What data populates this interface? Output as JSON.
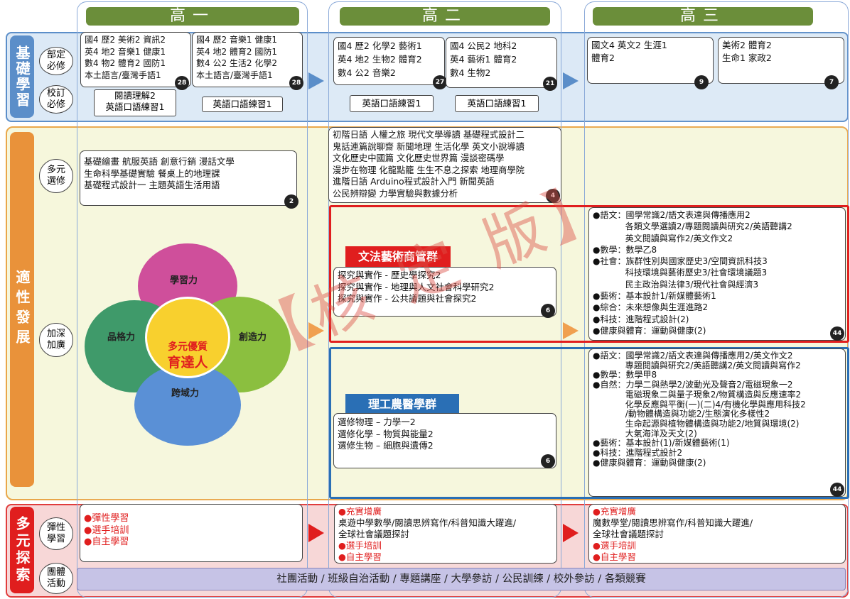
{
  "years": {
    "y1": "高一",
    "y2": "高二",
    "y3": "高三"
  },
  "sections": {
    "basic": "基礎學習",
    "adaptive": "適性發展",
    "explore": "多元探索"
  },
  "labels": {
    "partial": "部定必修",
    "school": "校訂必修",
    "multi": "多元選修",
    "deep": "加深加廣",
    "flex": "彈性學習",
    "group": "團體活動"
  },
  "basic": {
    "y1a": "國4 歷2 美術2 資訊2\n英4 地2 音樂1 健康1\n數4 物2 體育2 國防1\n本土語言/臺灣手語1",
    "y1a_num": "28",
    "y1b": "國4 歷2 音樂1 健康1\n英4 地2 體育2 國防1\n數4 公2 生活2 化學2\n本土語言/臺灣手語1",
    "y1b_num": "28",
    "y2a": "國4 歷2 化學2 藝術1\n英4 地2 生物2 體育2\n數4 公2 音樂2",
    "y2a_num": "27",
    "y2b": "國4 公民2 地科2\n英4 藝術1 體育2\n數4 生物2",
    "y2b_num": "21",
    "y3a": "國文4 英文2 生涯1\n體育2",
    "y3a_num": "9",
    "y3b": "美術2 體育2\n生命1 家政2",
    "y3b_num": "7",
    "s1a": "閱讀理解2\n英語口語練習1",
    "s1b": "英語口語練習1",
    "s2a": "英語口語練習1",
    "s2b": "英語口語練習1"
  },
  "multi": {
    "y1": "基礎繪畫 航服英語 創意行銷 漫話文學\n生命科學基礎實驗 餐桌上的地理課\n基礎程式設計一 主題英語生活用語",
    "y1_num": "2",
    "y2": "初階日語 人權之旅 現代文學導讀 基礎程式設計二\n鬼話連篇說聊齋 新聞地理 生活化學 英文小說導讀\n文化歷史中國篇 文化歷史世界篇 漫談密碼學\n漫步在物理 化龍點籠 生生不息之探索 地理商學院\n進階日語 Arduino程式設計入門 新聞英語\n公民辨辯變 力學實驗與數據分析",
    "y2_num": "4"
  },
  "flower": {
    "center_line1": "多元優質",
    "center_line2": "育達人",
    "top": "學習力",
    "left": "品格力",
    "right": "創造力",
    "bottom": "跨域力"
  },
  "groups": {
    "humanities": "文法藝術商管群",
    "humanities_box": "探究與實作 - 歷史學探究2\n探究與實作 - 地理與人文社會科學研究2\n探究與實作 - 公共議題與社會探究2",
    "humanities_num": "6",
    "science": "理工農醫學群",
    "science_box": "選修物理 – 力學一2\n選修化學 – 物質與能量2\n選修生物 – 細胞與遺傳2",
    "science_num": "6"
  },
  "y3deep": {
    "hum": "●語文：國學常識2/語文表達與傳播應用2\n            各類文學選讀2/專題閱讀與研究2/英語聽講2\n            英文閱讀與寫作2/英文作文2\n●數學：數學乙8\n●社會：族群性別與國家歷史3/空間資訊科技3\n            科技環境與藝術歷史3/社會環境議題3\n            民主政治與法律3/現代社會與經濟3\n●藝術：基本設計1/新媒體藝術1\n●綜合：未來想像與生涯進路2\n●科技：進階程式設計(2)\n●健康與體育：運動與健康(2)",
    "hum_num": "44",
    "sci": "●語文：國學常識2/語文表達與傳播應用2/英文作文2\n            專題閱讀與研究2/英語聽講2/英文閱讀與寫作2\n●數學：數學甲8\n●自然：力學二與熱學2/波動光及聲音2/電磁現象一2\n            電磁現象二與量子現象2/物質構造與反應速率2\n            化學反應與平衡(一)(二)4/有機化學與應用科技2\n            /動物體構造與功能2/生態演化多樣性2\n            生命起源與植物體構造與功能2/地質與環境(2)\n            大氣海洋及天文(2)\n●藝術：基本設計(1)/新媒體藝術(1)\n●科技：進階程式設計2\n●健康與體育：運動與健康(2)",
    "sci_num": "44"
  },
  "flex": {
    "y1": [
      "●彈性學習",
      "●選手培訓",
      "●自主學習"
    ],
    "y2_h": "●充實增廣",
    "y2_t": "桌遊中學數學/閱讀思辨寫作/科普知識大躍進/\n全球社會議題探討",
    "y2_a": "●選手培訓",
    "y2_b": "●自主學習",
    "y3_h": "●充實增廣",
    "y3_t": "魔數學堂/閱讀思辨寫作/科普知識大躍進/\n全球社會議題探討",
    "y3_a": "●選手培訓",
    "y3_b": "●自主學習"
  },
  "activities": "社團活動 / 班級自治活動 / 專題講座 / 大學參訪 / 公民訓練 / 校外參訪 / 各類競賽",
  "watermark": "【核 定 版】",
  "colors": {
    "blue": "#5b8ec9",
    "yellow": "#f6f7dc",
    "orange": "#e9a74a",
    "red": "#e01e1e",
    "green": "#6b8e3a"
  }
}
